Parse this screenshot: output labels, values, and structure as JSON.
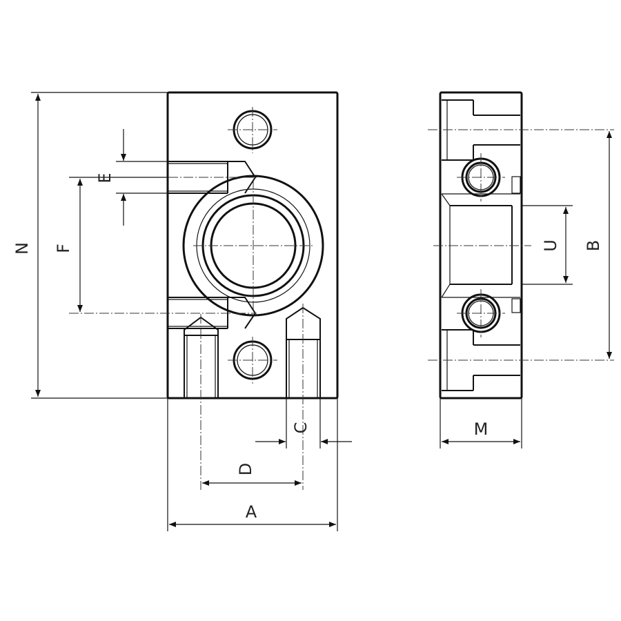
{
  "dimensions": {
    "N": "N",
    "F": "F",
    "E": "E",
    "D": "D",
    "C": "C",
    "A": "A",
    "M": "M",
    "U": "U",
    "B": "B"
  }
}
